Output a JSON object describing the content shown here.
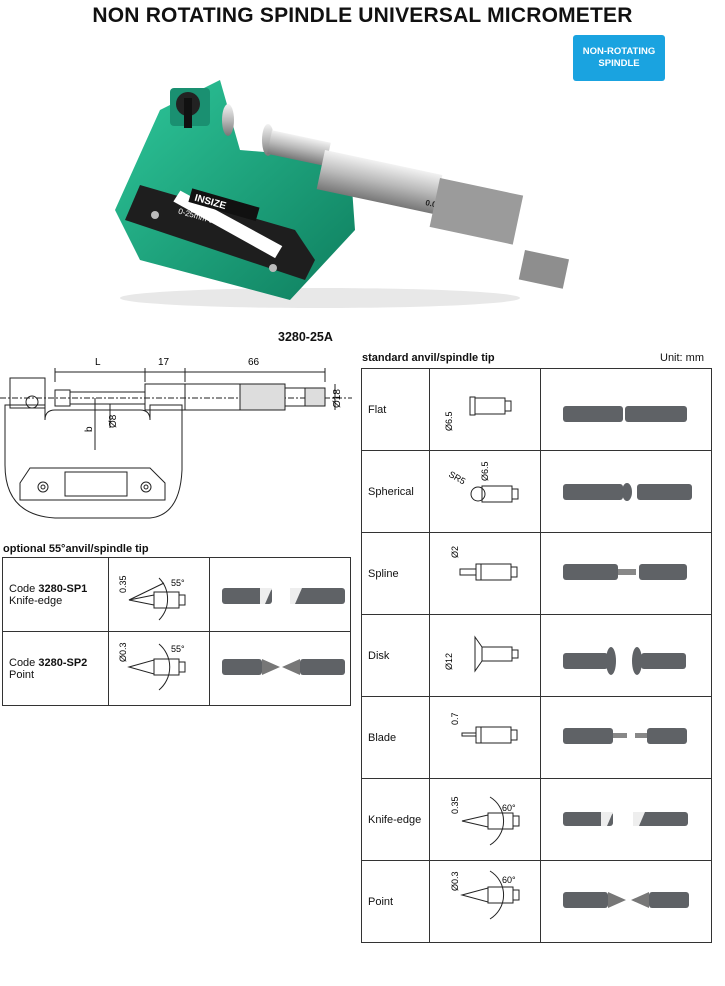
{
  "title": "NON ROTATING SPINDLE UNIVERSAL MICROMETER",
  "badge": "NON-ROTATING SPINDLE",
  "product_photo": {
    "brand_logo": "INSIZE",
    "frame_label": "0-25mm  0.01mm",
    "thimble_label": "0.01mm"
  },
  "model": "3280-25A",
  "drawing": {
    "dim_L": "L",
    "dim_17": "17",
    "dim_66": "66",
    "dim_d18": "Ø18",
    "dim_d8": "Ø8",
    "dim_b": "b"
  },
  "optional": {
    "title": "optional 55°anvil/spindle tip",
    "rows": [
      {
        "code_prefix": "Code ",
        "code": "3280-SP1",
        "name": "Knife-edge",
        "dim": "0.35",
        "angle": "55°"
      },
      {
        "code_prefix": "Code ",
        "code": "3280-SP2",
        "name": "Point",
        "dim": "Ø0.3",
        "angle": "55°"
      }
    ]
  },
  "standard": {
    "title": "standard anvil/spindle tip",
    "unit": "Unit: mm",
    "rows": [
      {
        "name": "Flat",
        "dims": [
          "Ø6.5"
        ]
      },
      {
        "name": "Spherical",
        "dims": [
          "SR5",
          "Ø6.5"
        ]
      },
      {
        "name": "Spline",
        "dims": [
          "Ø2"
        ]
      },
      {
        "name": "Disk",
        "dims": [
          "Ø12"
        ]
      },
      {
        "name": "Blade",
        "dims": [
          "0.7"
        ]
      },
      {
        "name": "Knife-edge",
        "dims": [
          "0.35",
          "60°"
        ]
      },
      {
        "name": "Point",
        "dims": [
          "Ø0.3",
          "60°"
        ]
      }
    ]
  },
  "colors": {
    "frame_green": "#17a07a",
    "badge_blue": "#1aa3e0",
    "steel": "#5f6266"
  }
}
